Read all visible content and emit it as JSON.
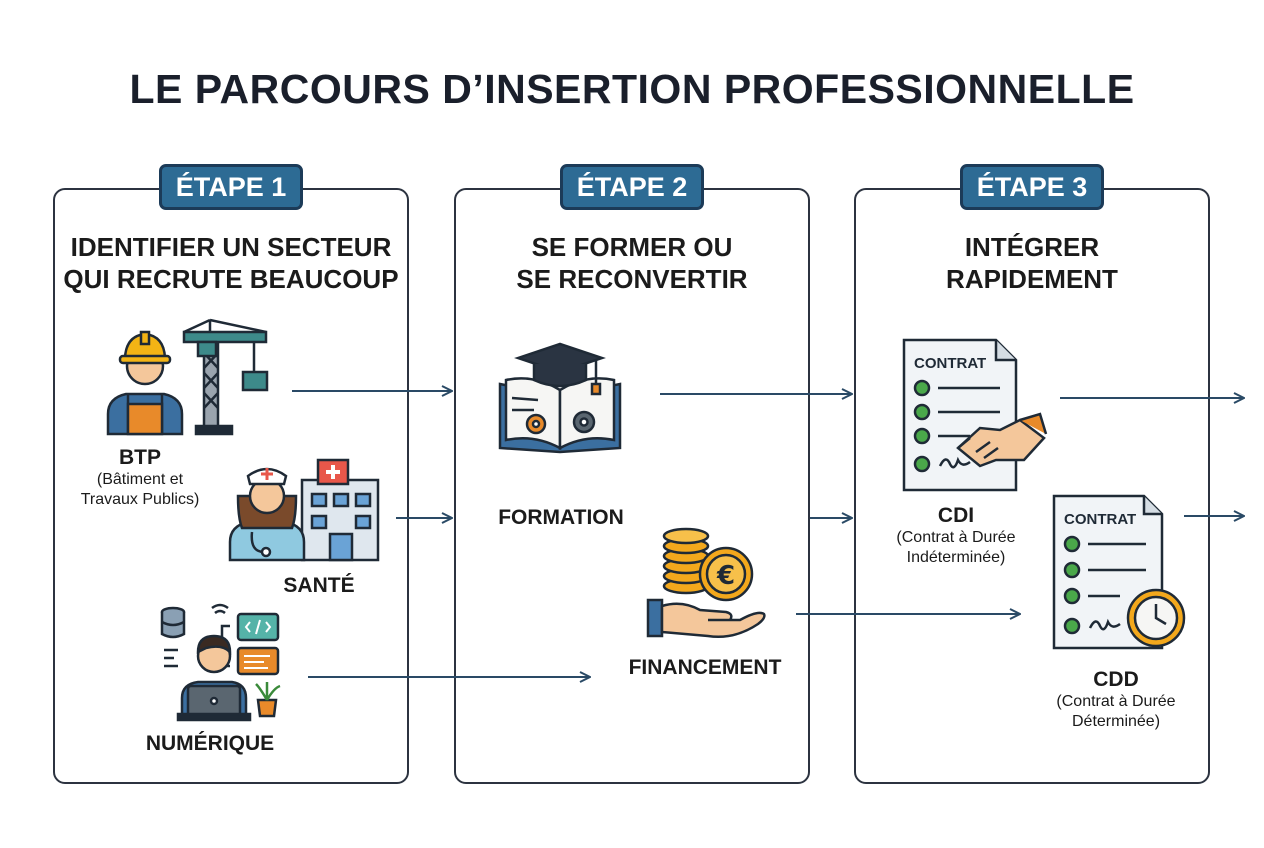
{
  "title": "LE PARCOURS D’INSERTION PROFESSIONNELLE",
  "steps": [
    {
      "badge": "ÉTAPE 1",
      "heading_line1": "IDENTIFIER UN SECTEUR",
      "heading_line2": "QUI RECRUTE BEAUCOUP"
    },
    {
      "badge": "ÉTAPE 2",
      "heading_line1": "SE FORMER OU",
      "heading_line2": "SE RECONVERTIR"
    },
    {
      "badge": "ÉTAPE 3",
      "heading_line1": "INTÉGRER",
      "heading_line2": "RAPIDEMENT"
    }
  ],
  "sectors": {
    "btp": {
      "name": "BTP",
      "detail_line1": "(Bâtiment et",
      "detail_line2": "Travaux Publics)",
      "icon": "construction-worker-crane-icon"
    },
    "sante": {
      "name": "SANTÉ",
      "icon": "nurse-hospital-icon"
    },
    "numerique": {
      "name": "NUMÉRIQUE",
      "icon": "developer-laptop-icon"
    }
  },
  "training": {
    "formation": {
      "name": "FORMATION",
      "icon": "graduation-book-icon"
    },
    "financement": {
      "name": "FINANCEMENT",
      "icon": "coins-hand-icon"
    }
  },
  "contracts": {
    "doc_label": "CONTRAT",
    "cdi": {
      "name": "CDI",
      "detail_line1": "(Contrat à Durée",
      "detail_line2": "Indéterminée)",
      "icon": "contract-handshake-icon"
    },
    "cdd": {
      "name": "CDD",
      "detail_line1": "(Contrat à Durée",
      "detail_line2": "Déterminée)",
      "icon": "contract-clock-icon"
    }
  },
  "colors": {
    "badge": "#2d6b94",
    "badge_border": "#1c3b58",
    "arrow": "#2a4a66",
    "outline": "#2c3340"
  }
}
